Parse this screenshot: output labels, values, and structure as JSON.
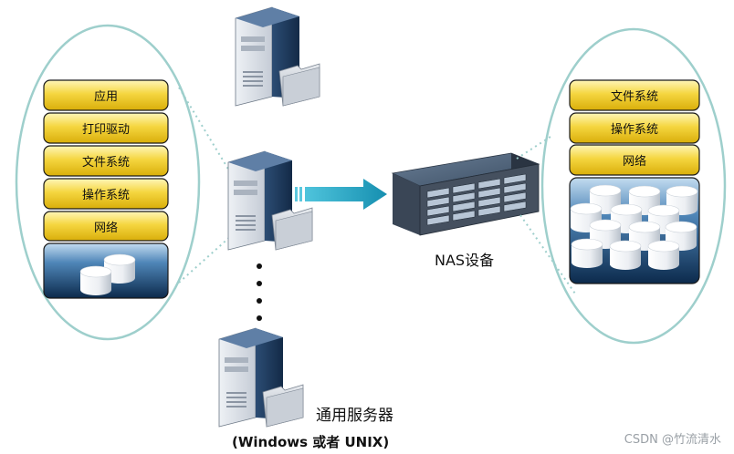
{
  "left_stack": {
    "layers": [
      "应用",
      "打印驱动",
      "文件系统",
      "操作系统",
      "网络"
    ]
  },
  "right_stack": {
    "layers": [
      "文件系统",
      "操作系统",
      "网络"
    ]
  },
  "labels": {
    "nas": "NAS设备",
    "server": "通用服务器",
    "os": "(Windows 或者 UNIX)"
  },
  "watermark": "CSDN @竹流清水",
  "colors": {
    "layer_fill_top": "#fff3a8",
    "layer_fill_bottom": "#e2bc10",
    "storage_top": "#a9c9e6",
    "storage_bottom": "#0d2d4f",
    "ellipse_stroke": "#9ecfcc",
    "arrow": "#1aa9c8"
  }
}
